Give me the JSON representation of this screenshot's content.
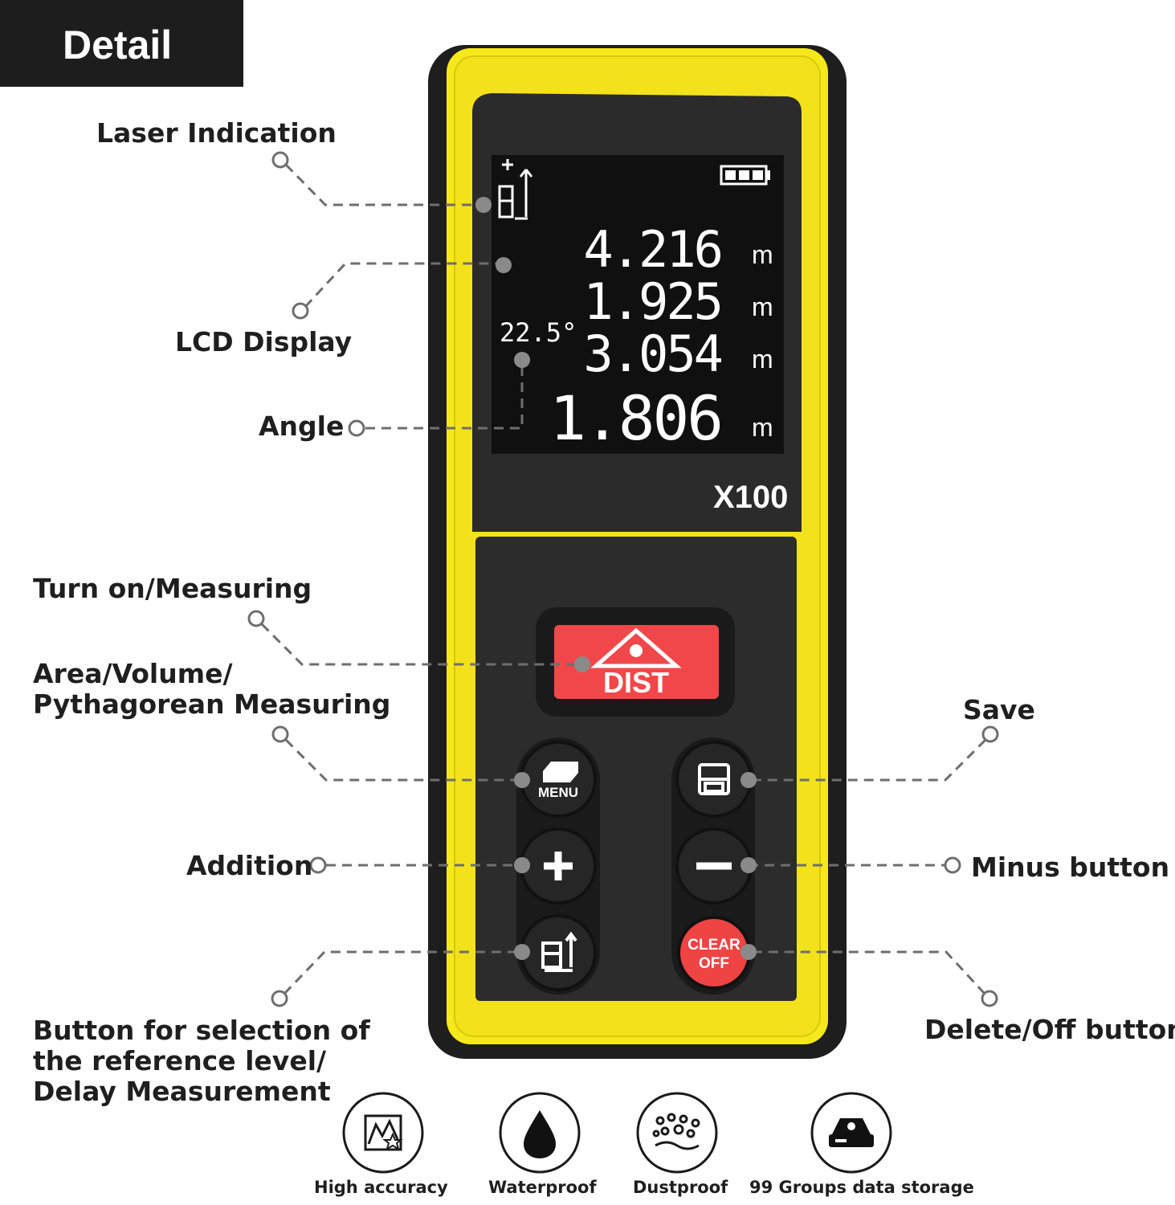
{
  "header": {
    "title": "Detail"
  },
  "device": {
    "model": "X100",
    "angle": "22.5°",
    "readings": [
      {
        "value": "4.216",
        "unit": "m"
      },
      {
        "value": "1.925",
        "unit": "m"
      },
      {
        "value": "3.054",
        "unit": "m"
      },
      {
        "value": "1.806",
        "unit": "m"
      }
    ],
    "buttons": {
      "dist": "DIST",
      "menu": "MENU",
      "clear": "CLEAR",
      "off": "OFF"
    }
  },
  "callouts": {
    "laser": "Laser Indication",
    "lcd": "LCD Display",
    "angle": "Angle",
    "turn_on": "Turn on/Measuring",
    "area_line1": "Area/Volume/",
    "area_line2": "Pythagorean Measuring",
    "save": "Save",
    "addition": "Addition",
    "minus": "Minus button",
    "reference_line1": "Button for selection of",
    "reference_line2": "the reference level/",
    "reference_line3": "Delay Measurement",
    "delete": "Delete/Off button"
  },
  "features": [
    {
      "label": "High accuracy",
      "icon": "mountain-chart-icon"
    },
    {
      "label": "Waterproof",
      "icon": "water-drop-icon"
    },
    {
      "label": "Dustproof",
      "icon": "dust-icon"
    },
    {
      "label": "99 Groups data storage",
      "icon": "storage-drive-icon"
    }
  ],
  "colors": {
    "housing_yellow": "#f6e81a",
    "housing_black": "#2a2a2a",
    "dist_red": "#f2474a",
    "clear_red": "#f04344",
    "title_bg": "#1d1d1d"
  }
}
